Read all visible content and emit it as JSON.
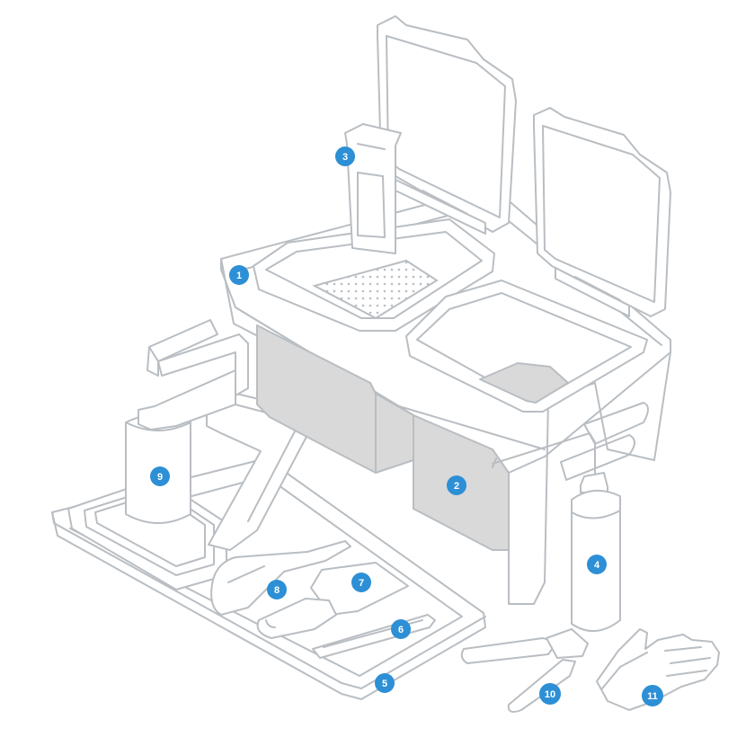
{
  "accent_color": "#2d8fd5",
  "outline_color": "#b9bec3",
  "tank_color": "#d9d9d9",
  "callouts": [
    {
      "id": "1",
      "label": "1"
    },
    {
      "id": "2",
      "label": "2"
    },
    {
      "id": "3",
      "label": "3"
    },
    {
      "id": "4",
      "label": "4"
    },
    {
      "id": "5",
      "label": "5"
    },
    {
      "id": "6",
      "label": "6"
    },
    {
      "id": "7",
      "label": "7"
    },
    {
      "id": "8",
      "label": "8"
    },
    {
      "id": "9",
      "label": "9"
    },
    {
      "id": "10",
      "label": "10"
    },
    {
      "id": "11",
      "label": "11"
    }
  ]
}
